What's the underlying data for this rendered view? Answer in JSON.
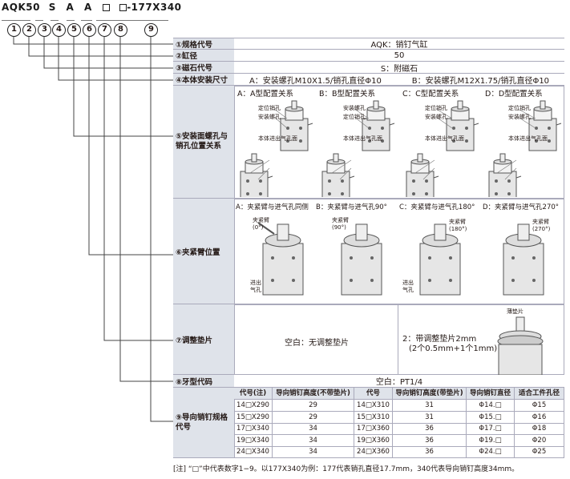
{
  "model": {
    "prefix": "AQK50",
    "codes": [
      "S",
      "A",
      "A"
    ],
    "suffix": "-177X340"
  },
  "circles": [
    "1",
    "2",
    "3",
    "4",
    "5",
    "6",
    "7",
    "8",
    "9"
  ],
  "rows": [
    {
      "label": "①规格代号",
      "value": "AQK：销钉气缸"
    },
    {
      "label": "②缸径",
      "value": "50"
    },
    {
      "label": "③磁石代号",
      "value": "S：附磁石"
    },
    {
      "label": "④本体安装尺寸",
      "value_a": "A：安装螺孔M10X1.5/销孔直径Φ10",
      "value_b": "B：安装螺孔M12X1.75/销孔直径Φ10"
    },
    {
      "label": "⑤安装面螺孔与销孔位置关系",
      "sub": [
        "A：A型配置关系",
        "B：B型配置关系",
        "C：C型配置关系",
        "D：D型配置关系"
      ],
      "labels1": [
        "定位销孔",
        "安装螺孔"
      ],
      "labels2": [
        "本体进出气孔面"
      ],
      "labels3": [
        "安装螺孔",
        "定位销孔",
        "本体进出气孔面"
      ],
      "labels4": [
        "定位销孔",
        "安装螺孔",
        "本体进出气孔面"
      ]
    },
    {
      "label": "⑥夹紧臂位置",
      "sub": [
        "A：夹紧臂与进气孔同侧",
        "B：夹紧臂与进气孔90°",
        "C：夹紧臂与进气孔180°",
        "D：夹紧臂与进气孔270°"
      ],
      "arm": [
        "夹紧臂",
        "(0°)",
        "夹紧臂",
        "(90°)",
        "夹紧臂",
        "(180°)",
        "夹紧臂",
        "(270°)"
      ],
      "inlet": [
        "进出",
        "气孔"
      ]
    },
    {
      "label": "⑦调整垫片",
      "blank": "空白：无调整垫片",
      "two": "2：带调整垫片2mm",
      "two_detail": "(2个0.5mm+1个1mm)",
      "shim": "薄垫片"
    },
    {
      "label": "⑧牙型代码",
      "value": "空白：PT1/4"
    },
    {
      "label": "⑨导向销钉规格代号"
    }
  ],
  "table": {
    "headers": [
      "代号(注)",
      "导向销钉高度(不带垫片)",
      "代号",
      "导向销钉高度(带垫片)",
      "导向销钉直径",
      "适合工件孔径"
    ],
    "rows": [
      [
        "14□X290",
        "29",
        "14□X310",
        "31",
        "Φ14.□",
        "Φ15"
      ],
      [
        "15□X290",
        "29",
        "15□X310",
        "31",
        "Φ15.□",
        "Φ16"
      ],
      [
        "17□X340",
        "34",
        "17□X360",
        "36",
        "Φ17.□",
        "Φ18"
      ],
      [
        "19□X340",
        "34",
        "19□X360",
        "36",
        "Φ19.□",
        "Φ20"
      ],
      [
        "24□X340",
        "34",
        "24□X360",
        "36",
        "Φ24.□",
        "Φ25"
      ]
    ]
  },
  "note": "[注] “□”中代表数字1−9。以177X340为例：177代表销孔直径17.7mm，340代表导向销钉高度34mm。"
}
